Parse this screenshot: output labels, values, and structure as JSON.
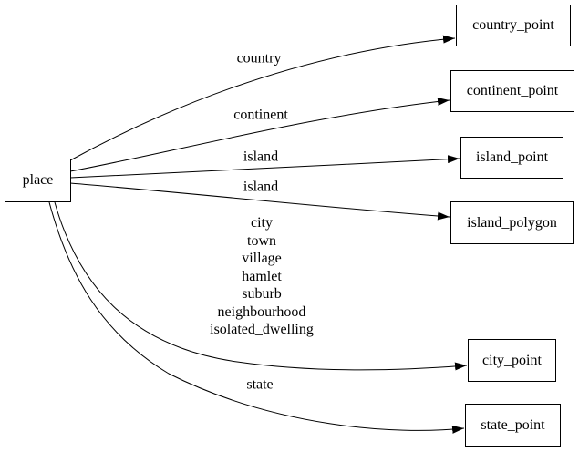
{
  "diagram": {
    "type": "directed-graph",
    "nodes": [
      {
        "id": "place",
        "label": "place"
      },
      {
        "id": "country_point",
        "label": "country_point"
      },
      {
        "id": "continent_point",
        "label": "continent_point"
      },
      {
        "id": "island_point",
        "label": "island_point"
      },
      {
        "id": "island_polygon",
        "label": "island_polygon"
      },
      {
        "id": "city_point",
        "label": "city_point"
      },
      {
        "id": "state_point",
        "label": "state_point"
      }
    ],
    "edges": [
      {
        "from": "place",
        "to": "country_point",
        "label": "country"
      },
      {
        "from": "place",
        "to": "continent_point",
        "label": "continent"
      },
      {
        "from": "place",
        "to": "island_point",
        "label": "island"
      },
      {
        "from": "place",
        "to": "island_polygon",
        "label": "island"
      },
      {
        "from": "place",
        "to": "city_point",
        "labels": [
          "city",
          "town",
          "village",
          "hamlet",
          "suburb",
          "neighbourhood",
          "isolated_dwelling"
        ]
      },
      {
        "from": "place",
        "to": "state_point",
        "label": "state"
      }
    ],
    "colors": {
      "background": "#ffffff",
      "node_fill": "#ffffff",
      "node_border": "#000000",
      "edge": "#000000",
      "text": "#000000"
    }
  }
}
